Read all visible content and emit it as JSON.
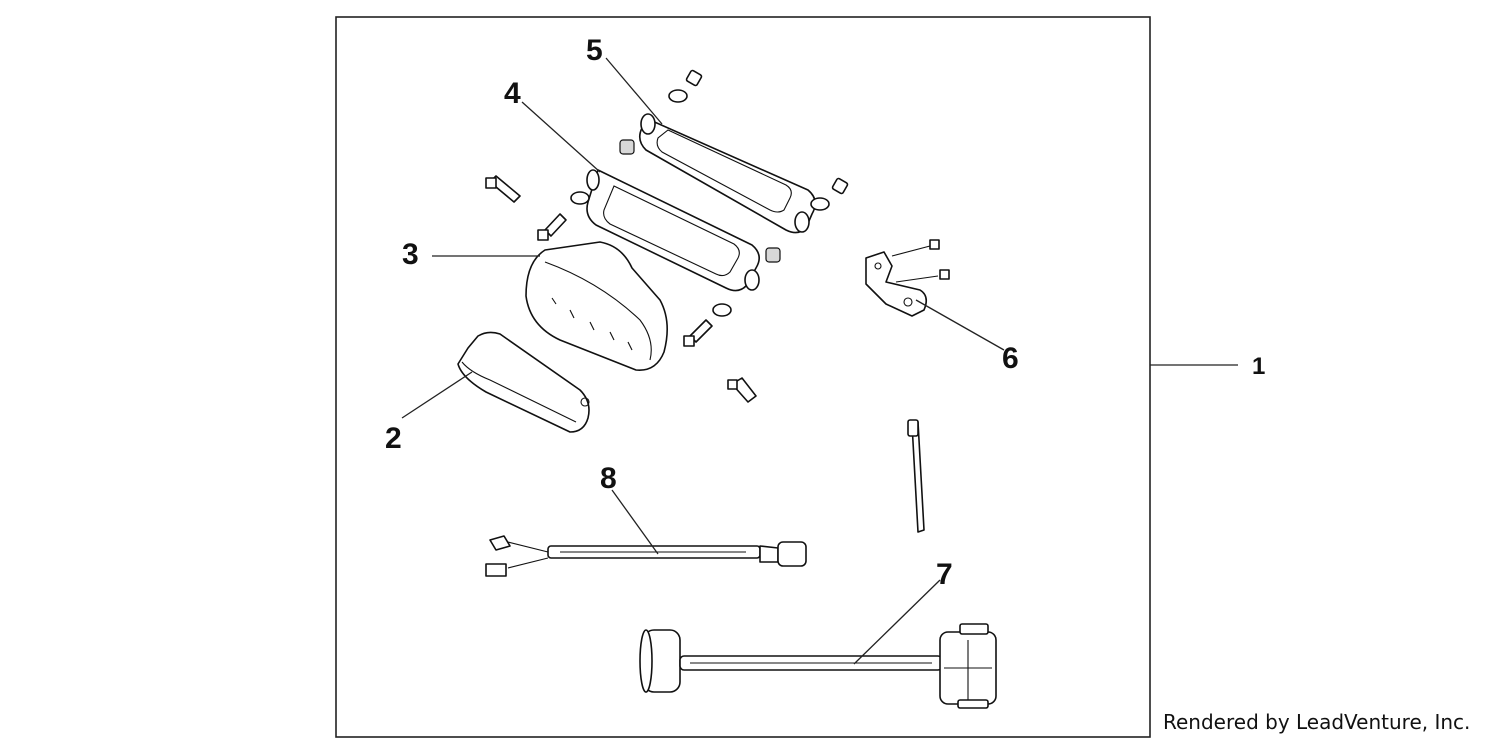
{
  "callouts": {
    "c1": "1",
    "c2": "2",
    "c3": "3",
    "c4": "4",
    "c5": "5",
    "c6": "6",
    "c7": "7",
    "c8": "8"
  },
  "credit": "Rendered by LeadVenture, Inc."
}
